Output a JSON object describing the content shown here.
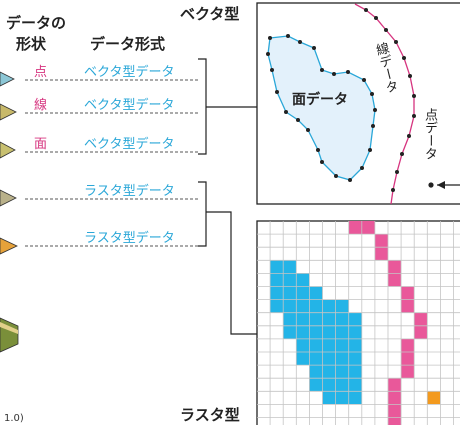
{
  "headers": {
    "shape_line1": "データの",
    "shape_line2": "形状",
    "format": "データ形式"
  },
  "rows": [
    {
      "shape": "点",
      "format": "ベクタ型データ"
    },
    {
      "shape": "線",
      "format": "ベクタ型データ"
    },
    {
      "shape": "面",
      "format": "ベクタ型データ"
    },
    {
      "shape": "",
      "format": "ラスタ型データ"
    },
    {
      "shape": "",
      "format": "ラスタ型データ"
    }
  ],
  "vector_panel": {
    "title": "ベクタ型",
    "area_label": "面データ",
    "line_label": "線データ",
    "point_label": "点データ"
  },
  "raster_panel": {
    "title": "ラスタ型"
  },
  "footnote": "1.0)",
  "colors": {
    "magenta": "#d6347f",
    "cyan": "#2aa7d8",
    "fill_light": "#e3f1fb",
    "raster_cyan": "#23b4e7",
    "raster_pink": "#e9589a",
    "raster_orange": "#f39a1e",
    "dash": "#555555"
  }
}
